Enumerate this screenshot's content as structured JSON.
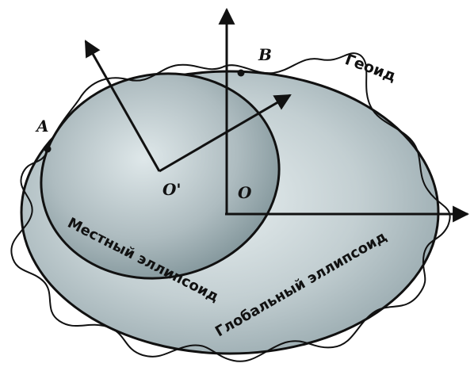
{
  "labels": {
    "geoid": "Геоид",
    "local_ellipsoid": "Местный эллипсоид",
    "global_ellipsoid": "Глобальный эллипсоид",
    "point_a": "A",
    "point_b": "B",
    "center_local": "O'",
    "center_global": "O"
  },
  "colors": {
    "global_fill": "#b9c6ca",
    "local_fill": "#a3b1b6",
    "stroke": "#111111"
  }
}
